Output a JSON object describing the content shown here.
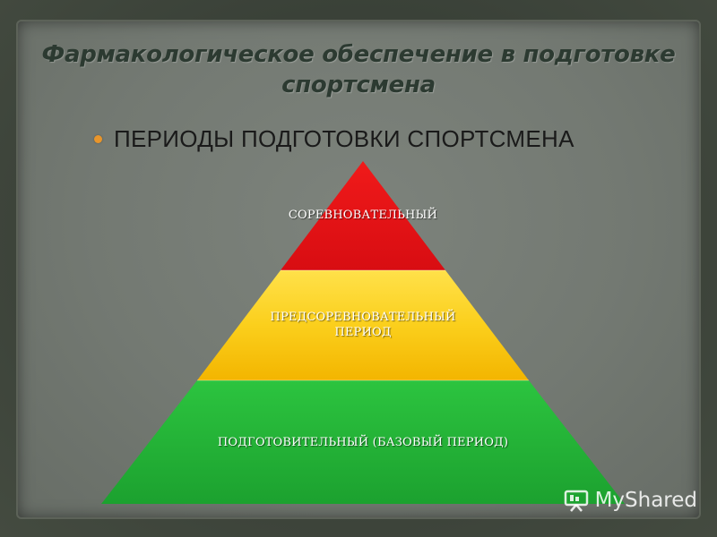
{
  "slide": {
    "title_line1": "Фармакологическое обеспечение в подготовке",
    "title_line2": "спортсмена",
    "subtitle": "ПЕРИОДЫ ПОДГОТОВКИ СПОРТСМЕНА"
  },
  "pyramid": {
    "tiers": [
      {
        "label": "СОРЕВНОВАТЕЛЬНЫЙ",
        "color": "#e8121a"
      },
      {
        "label_line1": "ПРЕДСОРЕВНОВАТЕЛЬНЫЙ",
        "label_line2": "ПЕРИОД",
        "color": "#f7c000"
      },
      {
        "label": "ПОДГОТОВИТЕЛЬНЫЙ (БАЗОВЫЙ ПЕРИОД)",
        "color": "#22b53a"
      }
    ]
  },
  "watermark": {
    "text": "MyShared",
    "icon": "myshared-logo-icon"
  },
  "colors": {
    "background": "#737972",
    "title": "#2c3a31",
    "bullet": "#e8952b"
  }
}
